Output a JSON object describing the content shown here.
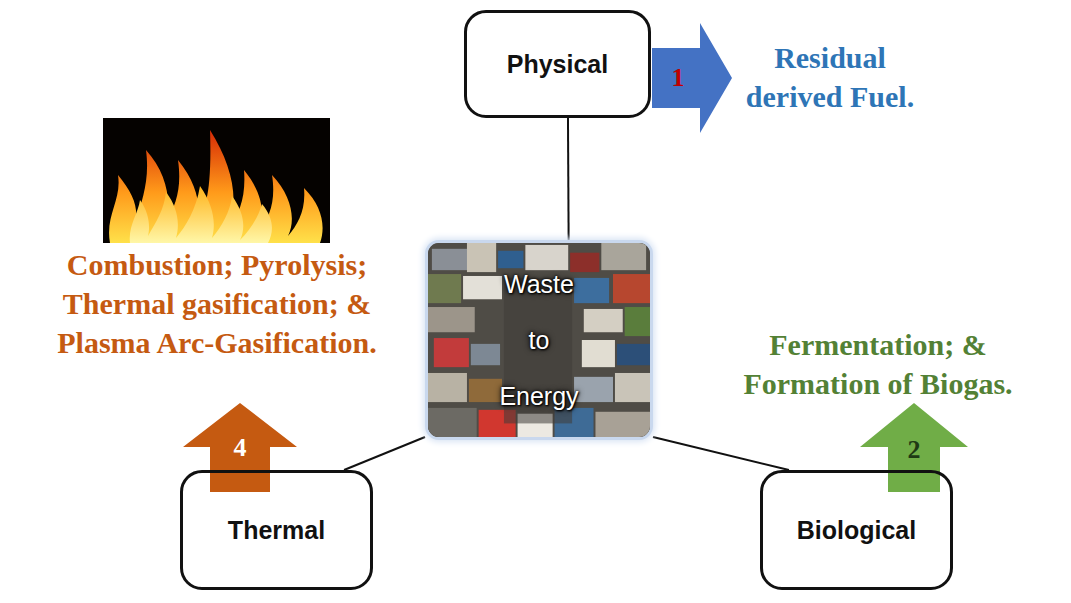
{
  "diagram": {
    "nodes": [
      {
        "text": [
          "Physical"
        ]
      },
      {
        "text": [
          "Waste to Energy"
        ]
      },
      {
        "text": [
          "Thermal"
        ]
      },
      {
        "text": [
          "Biological"
        ]
      }
    ],
    "edges": [
      {
        "from": 1,
        "to": 0,
        "arrow": "none"
      },
      {
        "from": 1,
        "to": 2,
        "arrow": "none"
      },
      {
        "from": 1,
        "to": 3,
        "arrow": "none"
      }
    ],
    "labels": [
      "1",
      "Residual derived Fuel.",
      "Combustion; Pyrolysis; Thermal gasification; & Plasma Arc-Gasification.",
      "Fermentation; & Formation of Biogas.",
      "4",
      "2"
    ]
  }
}
